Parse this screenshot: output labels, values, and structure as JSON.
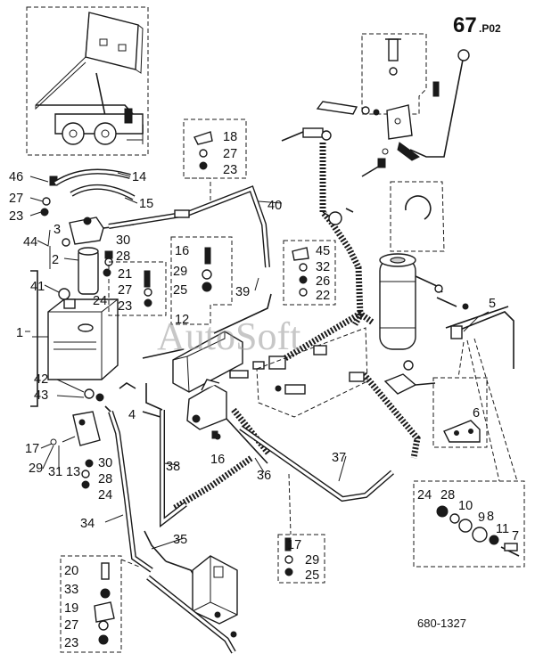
{
  "header": {
    "page_number": "67",
    "page_suffix": ".P02"
  },
  "footer": {
    "drawing_code": "680-1327"
  },
  "watermark": "AutoSoft",
  "callouts": {
    "c1": "1",
    "c2": "2",
    "c3": "3",
    "c4": "4",
    "c5": "5",
    "c6": "6",
    "c7": "7",
    "c8": "8",
    "c9": "9",
    "c10": "10",
    "c11": "11",
    "c12": "12",
    "c13": "13",
    "c14": "14",
    "c15": "15",
    "c16": "16",
    "c17": "17",
    "c18": "18",
    "c19": "19",
    "c20": "20",
    "c21": "21",
    "c22": "22",
    "c23": "23",
    "c24": "24",
    "c25": "25",
    "c26": "26",
    "c27": "27",
    "c28": "28",
    "c29": "29",
    "c30": "30",
    "c31": "31",
    "c32": "32",
    "c33": "33",
    "c34": "34",
    "c35": "35",
    "c36": "36",
    "c37": "37",
    "c38": "38",
    "c39": "39",
    "c40": "40",
    "c41": "41",
    "c42": "42",
    "c43": "43",
    "c44": "44",
    "c45": "45",
    "c46": "46"
  }
}
